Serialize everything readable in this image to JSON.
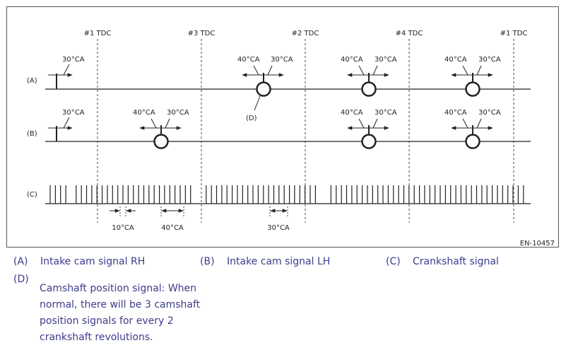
{
  "diagram": {
    "code": "EN-10457",
    "tdc_markers": [
      {
        "label": "#1 TDC"
      },
      {
        "label": "#3 TDC"
      },
      {
        "label": "#2 TDC"
      },
      {
        "label": "#4 TDC"
      },
      {
        "label": "#1 TDC"
      }
    ],
    "rows": {
      "A": {
        "label": "(A)"
      },
      "B": {
        "label": "(B)"
      },
      "C": {
        "label": "(C)"
      }
    },
    "angle_labels": {
      "deg30": "30°CA",
      "deg40": "40°CA",
      "deg10": "10°CA"
    },
    "callout_d": "(D)",
    "crank_gap_labels": [
      "10°CA",
      "40°CA",
      "30°CA"
    ]
  },
  "legend": {
    "A": {
      "key": "(A)",
      "text": "Intake cam signal RH"
    },
    "B": {
      "key": "(B)",
      "text": "Intake cam signal LH"
    },
    "C": {
      "key": "(C)",
      "text": "Crankshaft signal"
    },
    "D": {
      "key": "(D)",
      "text": "Camshaft position signal: When normal, there will be 3 camshaft position signals for every 2 crankshaft revolutions."
    }
  },
  "colors": {
    "legend_text": "#3c3c8c",
    "line": "#222222"
  }
}
